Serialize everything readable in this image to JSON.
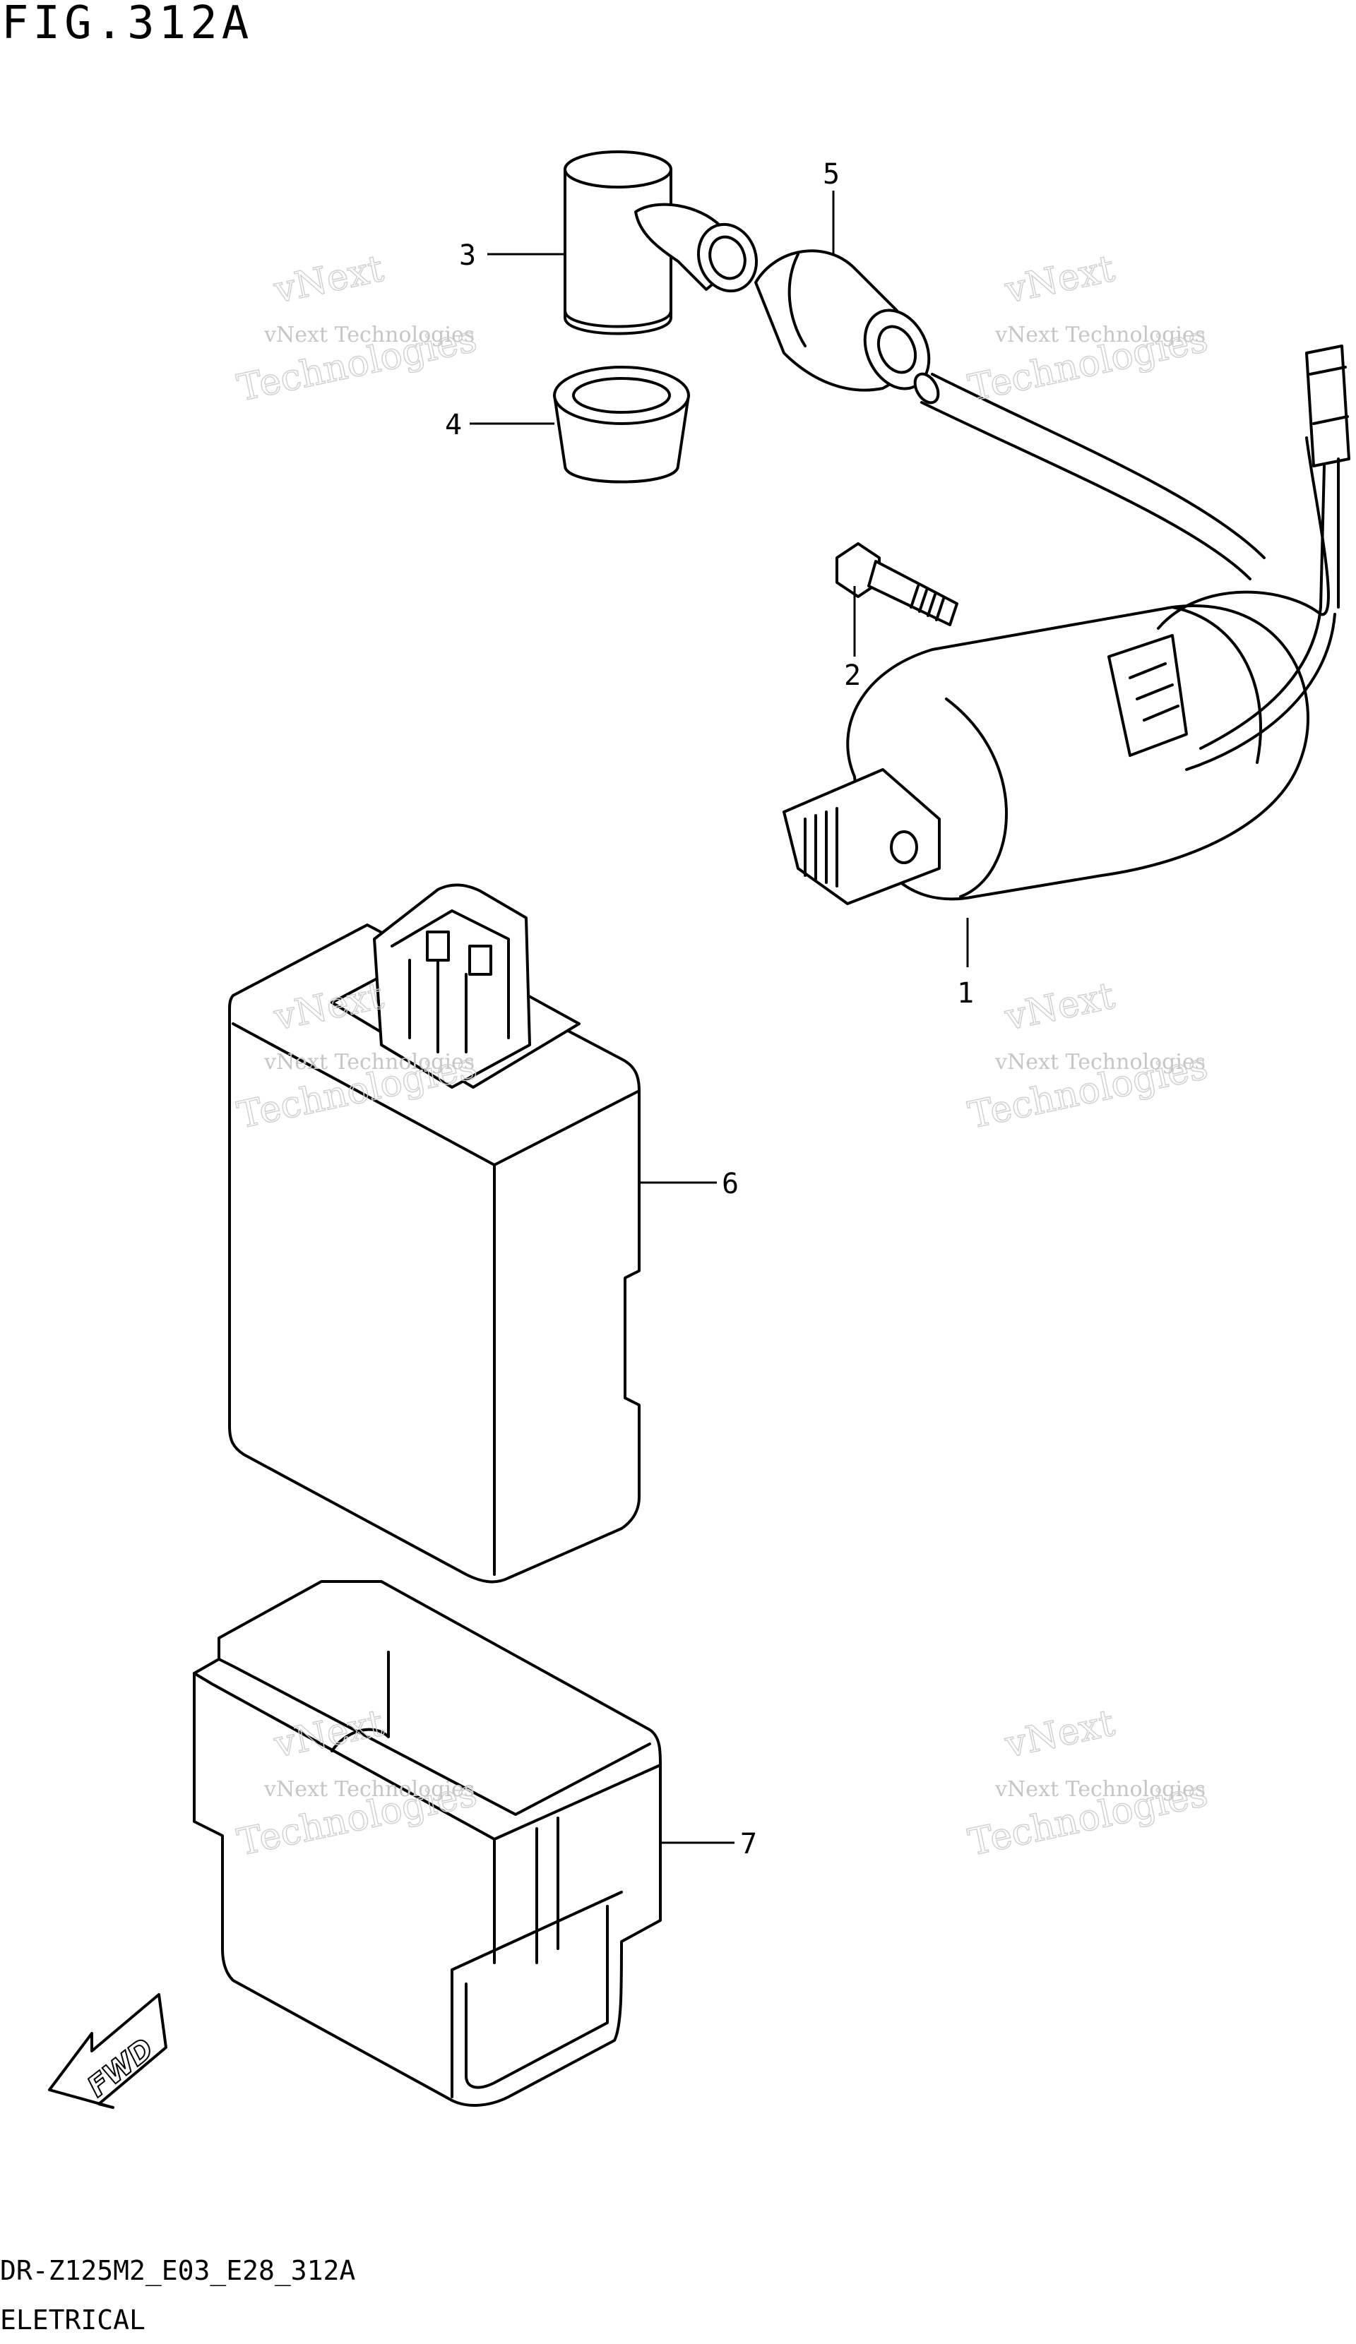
{
  "figure": {
    "title": "FIG.312A",
    "footer_code": "DR-Z125M2_E03_E28_312A",
    "footer_name": "ELETRICAL"
  },
  "callouts": [
    "1",
    "2",
    "3",
    "4",
    "5",
    "6",
    "7"
  ],
  "watermark": {
    "line1": "vNext Technologies",
    "line2": "vNext",
    "line3": "Technologies"
  },
  "fwd_label": "FWD",
  "colors": {
    "line": "#000000",
    "watermark": "#c6c6c6",
    "background": "#ffffff"
  }
}
